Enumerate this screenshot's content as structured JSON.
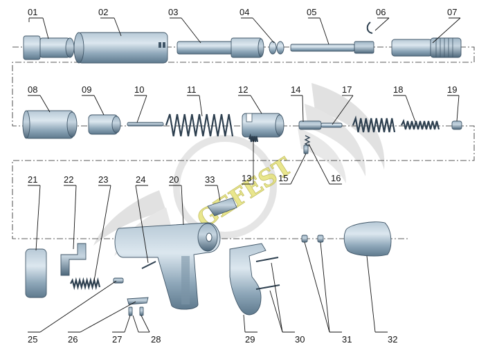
{
  "watermark": {
    "text": "GEFEST"
  },
  "labels": {
    "p01": "01",
    "p02": "02",
    "p03": "03",
    "p04": "04",
    "p05": "05",
    "p06": "06",
    "p07": "07",
    "p08": "08",
    "p09": "09",
    "p10": "10",
    "p11": "11",
    "p12": "12",
    "p13": "13",
    "p14": "14",
    "p15": "15",
    "p16": "16",
    "p17": "17",
    "p18": "18",
    "p19": "19",
    "p20": "20",
    "p21": "21",
    "p22": "22",
    "p23": "23",
    "p24": "24",
    "p25": "25",
    "p26": "26",
    "p27": "27",
    "p28": "28",
    "p29": "29",
    "p30": "30",
    "p31": "31",
    "p32": "32",
    "p33": "33"
  },
  "colors": {
    "metal_light": "#c8d7e2",
    "metal_mid": "#8ea7b9",
    "metal_dark": "#5f7a8e",
    "watermark": "#e6e27a",
    "background": "#ffffff"
  }
}
